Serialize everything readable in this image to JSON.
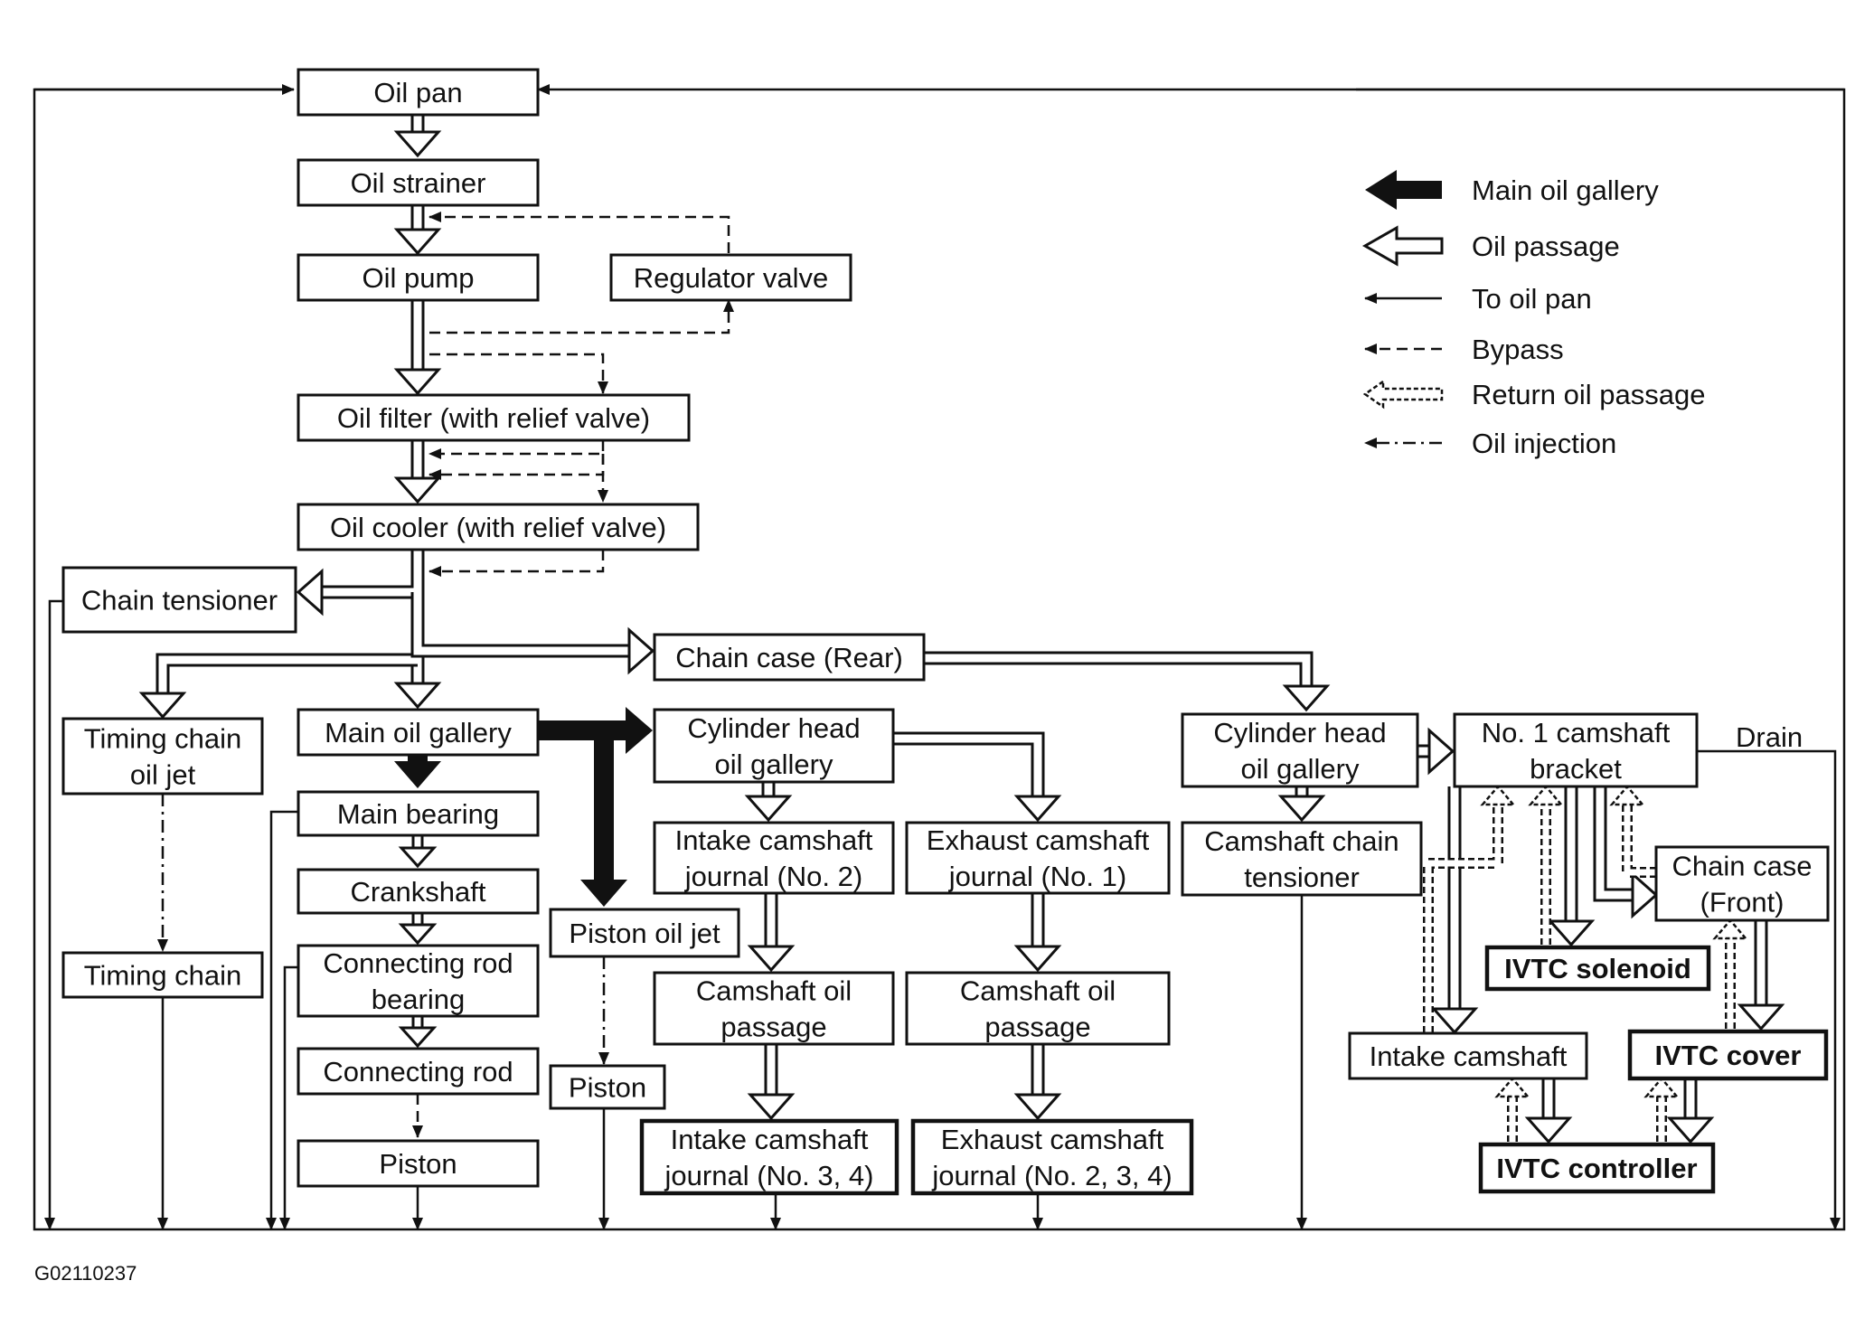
{
  "figure_code": "G02110237",
  "drain_label": "Drain",
  "legend": [
    {
      "key": "main",
      "label": "Main oil gallery"
    },
    {
      "key": "passage",
      "label": "Oil passage"
    },
    {
      "key": "to_pan",
      "label": "To oil pan"
    },
    {
      "key": "bypass",
      "label": "Bypass"
    },
    {
      "key": "return",
      "label": "Return oil passage"
    },
    {
      "key": "injection",
      "label": "Oil injection"
    }
  ],
  "nodes": {
    "oil_pan": "Oil pan",
    "oil_strainer": "Oil strainer",
    "oil_pump": "Oil pump",
    "regulator_valve": "Regulator valve",
    "oil_filter": "Oil filter (with relief valve)",
    "oil_cooler": "Oil cooler (with relief valve)",
    "chain_tensioner": "Chain tensioner",
    "chain_case_rear": "Chain case (Rear)",
    "timing_chain_oil_jet": [
      "Timing chain",
      "oil jet"
    ],
    "main_oil_gallery": "Main oil gallery",
    "main_bearing": "Main bearing",
    "crankshaft": "Crankshaft",
    "connecting_rod_bearing": [
      "Connecting rod",
      "bearing"
    ],
    "connecting_rod": "Connecting rod",
    "piston_main": "Piston",
    "timing_chain": "Timing chain",
    "piston_oil_jet": "Piston oil jet",
    "piston_jet": "Piston",
    "cyl_head_gallery_left": [
      "Cylinder head",
      "oil gallery"
    ],
    "intake_cam_journal_2": [
      "Intake camshaft",
      "journal (No. 2)"
    ],
    "exhaust_cam_journal_1": [
      "Exhaust camshaft",
      "journal (No. 1)"
    ],
    "cam_oil_passage_left": [
      "Camshaft oil",
      "passage"
    ],
    "cam_oil_passage_right": [
      "Camshaft oil",
      "passage"
    ],
    "intake_cam_journal_34": [
      "Intake camshaft",
      "journal (No. 3, 4)"
    ],
    "exhaust_cam_journal_234": [
      "Exhaust camshaft",
      "journal (No. 2, 3, 4)"
    ],
    "cyl_head_gallery_right": [
      "Cylinder head",
      "oil gallery"
    ],
    "camshaft_chain_tensioner": [
      "Camshaft chain",
      "tensioner"
    ],
    "no1_camshaft_bracket": [
      "No. 1 camshaft",
      "bracket"
    ],
    "chain_case_front": [
      "Chain case",
      "(Front)"
    ],
    "ivtc_solenoid": "IVTC solenoid",
    "intake_camshaft": "Intake camshaft",
    "ivtc_cover": "IVTC cover",
    "ivtc_controller": "IVTC controller"
  }
}
